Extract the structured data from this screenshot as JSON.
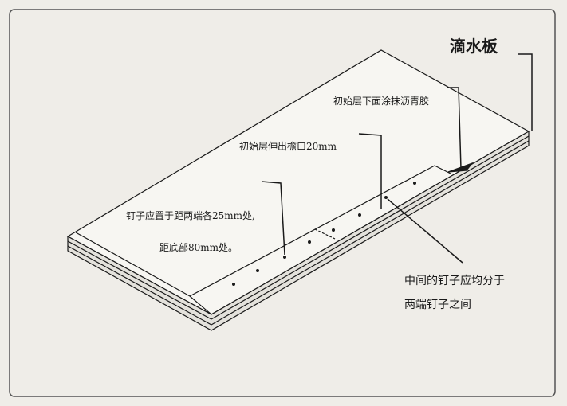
{
  "diagram": {
    "labels": {
      "drip_edge": "滴水板",
      "asphalt_under_starter": "初始层下面涂抹沥青胶",
      "starter_overhang": "初始层伸出檐口20mm",
      "nail_position_line1": "钉子应置于距两端各25mm处,",
      "nail_position_line2": "距底部80mm处。",
      "middle_nails_line1": "中间的钉子应均分于",
      "middle_nails_line2": "两端钉子之间"
    },
    "colors": {
      "background": "#efede8",
      "line": "#1a1a1a"
    }
  }
}
